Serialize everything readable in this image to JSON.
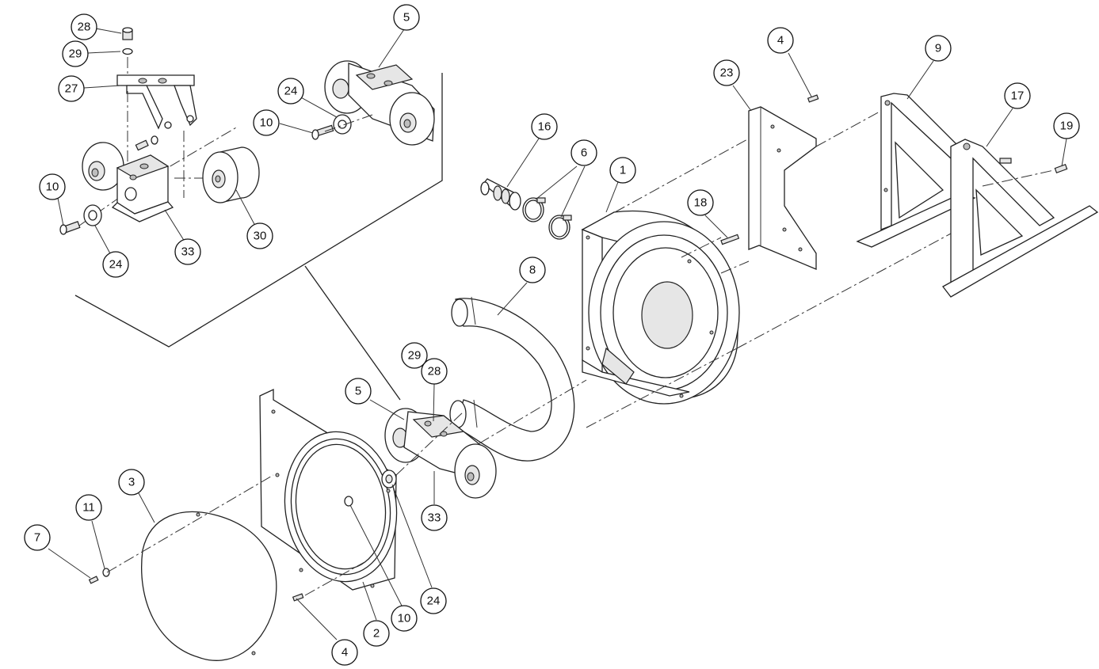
{
  "callouts": [
    {
      "id": "c-28-top",
      "label": "28"
    },
    {
      "id": "c-29-top",
      "label": "29"
    },
    {
      "id": "c-27",
      "label": "27"
    },
    {
      "id": "c-10-left",
      "label": "10"
    },
    {
      "id": "c-24-left",
      "label": "24"
    },
    {
      "id": "c-33-left",
      "label": "33"
    },
    {
      "id": "c-30",
      "label": "30"
    },
    {
      "id": "c-10-inset",
      "label": "10"
    },
    {
      "id": "c-24-inset",
      "label": "24"
    },
    {
      "id": "c-5-top",
      "label": "5"
    },
    {
      "id": "c-16",
      "label": "16"
    },
    {
      "id": "c-6",
      "label": "6"
    },
    {
      "id": "c-1",
      "label": "1"
    },
    {
      "id": "c-8",
      "label": "8"
    },
    {
      "id": "c-18",
      "label": "18"
    },
    {
      "id": "c-23",
      "label": "23"
    },
    {
      "id": "c-4-top",
      "label": "4"
    },
    {
      "id": "c-9",
      "label": "9"
    },
    {
      "id": "c-17",
      "label": "17"
    },
    {
      "id": "c-19",
      "label": "19"
    },
    {
      "id": "c-29-mid",
      "label": "29"
    },
    {
      "id": "c-28-mid",
      "label": "28"
    },
    {
      "id": "c-5-mid",
      "label": "5"
    },
    {
      "id": "c-33-mid",
      "label": "33"
    },
    {
      "id": "c-3",
      "label": "3"
    },
    {
      "id": "c-11",
      "label": "11"
    },
    {
      "id": "c-7",
      "label": "7"
    },
    {
      "id": "c-24-bottom",
      "label": "24"
    },
    {
      "id": "c-10-bottom",
      "label": "10"
    },
    {
      "id": "c-2",
      "label": "2"
    },
    {
      "id": "c-4-bottom",
      "label": "4"
    }
  ]
}
